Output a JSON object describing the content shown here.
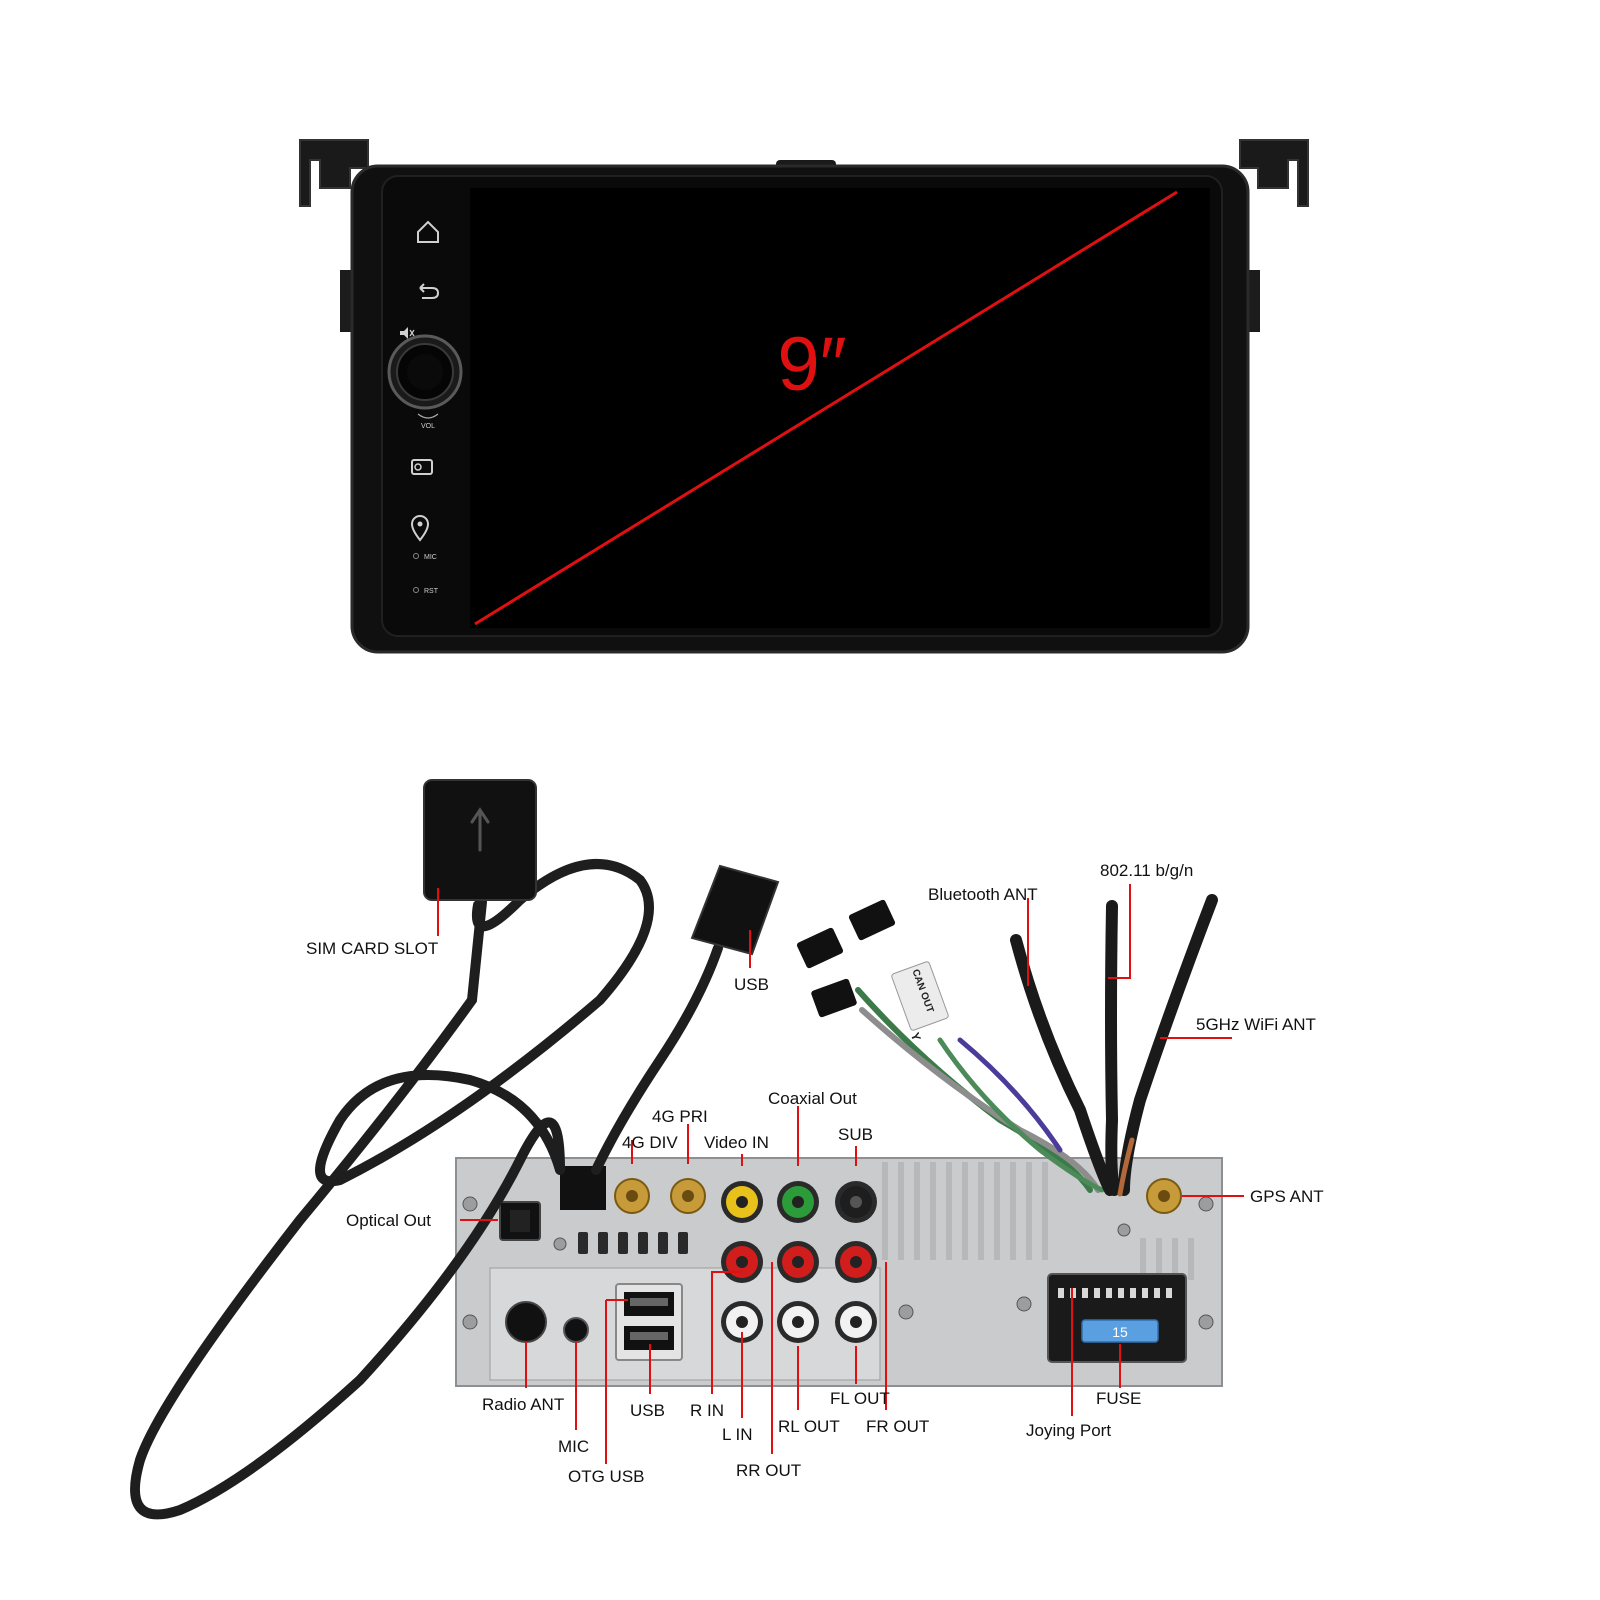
{
  "screen": {
    "size_label": "9″",
    "side_buttons": {
      "home": "home-icon",
      "back": "back-icon",
      "mute": "mute-icon",
      "radio": "radio-icon",
      "gps": "location-icon"
    },
    "vol_label": "VOL",
    "mic_label": "MIC",
    "rst_label": "RST"
  },
  "colors": {
    "accent_red": "#e01010",
    "screen_black": "#000000",
    "panel_silver": "#c9cbcd",
    "rca_yellow": "#e8c21a",
    "rca_green": "#2c9b3a",
    "rca_red": "#d21d1d",
    "rca_white": "#f2f2f2",
    "fuse_blue": "#5aa0e0"
  },
  "labels": {
    "sim_card_slot": "SIM CARD SLOT",
    "usb_top": "USB",
    "bluetooth_ant": "Bluetooth ANT",
    "wifi_802": "802.11 b/g/n",
    "wifi_5ghz": "5GHz WiFi ANT",
    "pri_4g": "4G PRI",
    "div_4g": "4G DIV",
    "coaxial_out": "Coaxial Out",
    "video_in": "Video IN",
    "sub": "SUB",
    "gps_ant": "GPS ANT",
    "optical_out": "Optical Out",
    "radio_ant": "Radio ANT",
    "mic": "MIC",
    "usb_bottom": "USB",
    "otg_usb": "OTG USB",
    "r_in": "R IN",
    "l_in": "L IN",
    "rl_out": "RL OUT",
    "rr_out": "RR OUT",
    "fl_out": "FL OUT",
    "fr_out": "FR OUT",
    "fuse": "FUSE",
    "joying_port": "Joying Port"
  },
  "fuse_value": "15",
  "cable_tags": {
    "can_out": "CAN OUT",
    "y_tag": "Y"
  }
}
